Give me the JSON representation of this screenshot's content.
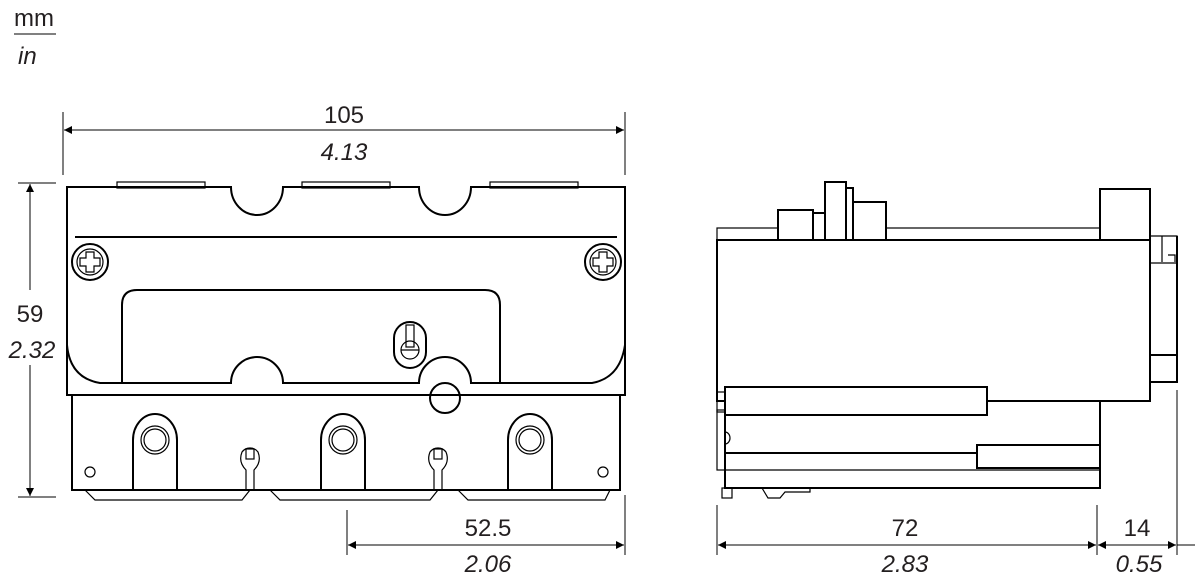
{
  "units": {
    "primary": "mm",
    "secondary": "in"
  },
  "dimensions": {
    "width": {
      "mm": "105",
      "in": "4.13"
    },
    "height": {
      "mm": "59",
      "in": "2.32"
    },
    "terminal_offset": {
      "mm": "52.5",
      "in": "2.06"
    },
    "depth": {
      "mm": "72",
      "in": "2.83"
    },
    "rear_extension": {
      "mm": "14",
      "in": "0.55"
    }
  },
  "colors": {
    "line": "#000000",
    "text": "#231f20",
    "background": "#ffffff"
  }
}
